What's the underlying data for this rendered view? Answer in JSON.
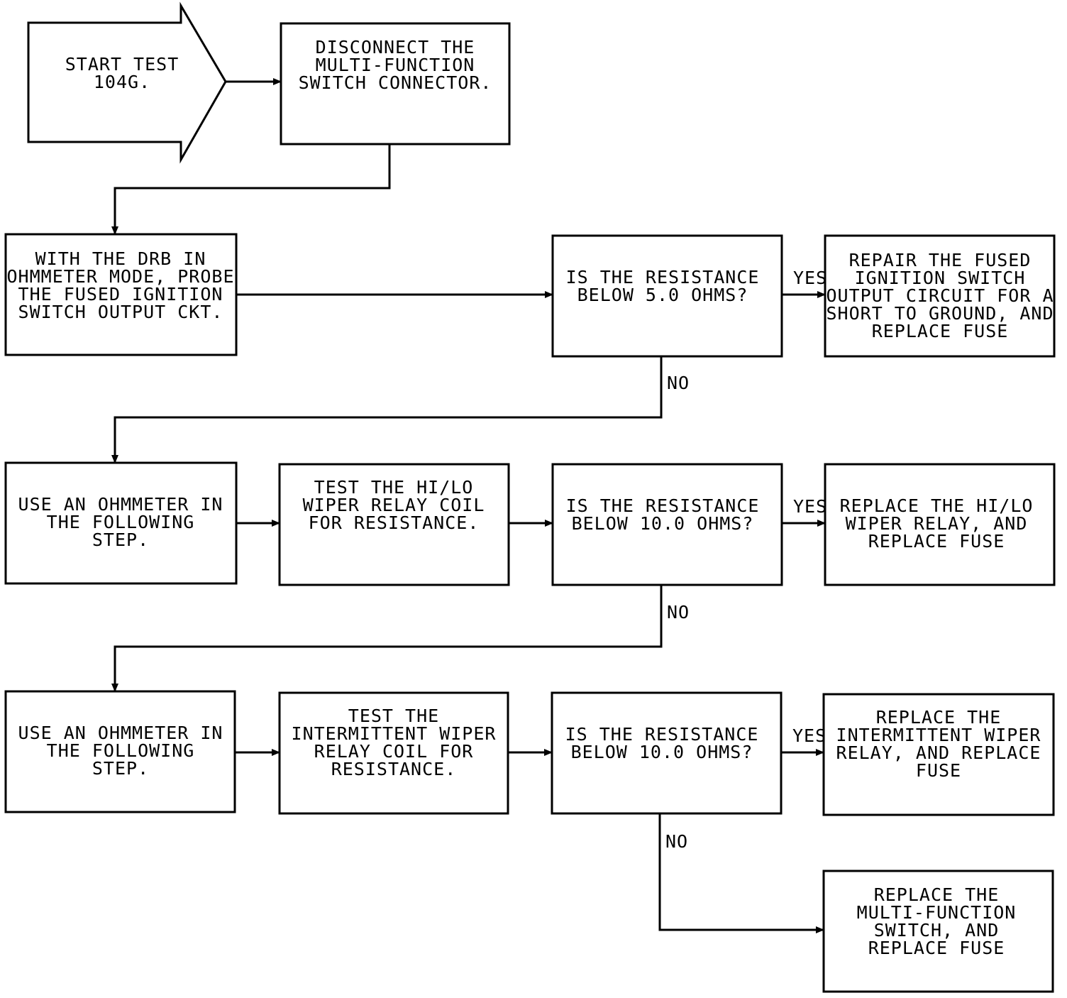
{
  "nodes": {
    "start": [
      "START TEST",
      "104G."
    ],
    "disconnect": [
      "DISCONNECT THE",
      "MULTI-FUNCTION",
      "SWITCH CONNECTOR."
    ],
    "probe": [
      "WITH THE DRB IN",
      "OHMMETER MODE, PROBE",
      "THE FUSED IGNITION",
      "SWITCH OUTPUT CKT."
    ],
    "q1": [
      "IS THE RESISTANCE",
      "BELOW 5.0 OHMS?"
    ],
    "repair": [
      "REPAIR THE FUSED",
      "IGNITION SWITCH",
      "OUTPUT CIRCUIT FOR A",
      "SHORT TO GROUND, AND",
      "REPLACE FUSE"
    ],
    "ohm2": [
      "USE AN OHMMETER IN",
      "THE FOLLOWING",
      "STEP."
    ],
    "test_hilo": [
      "TEST THE HI/LO",
      "WIPER RELAY COIL",
      "FOR RESISTANCE."
    ],
    "q2": [
      "IS THE RESISTANCE",
      "BELOW 10.0 OHMS?"
    ],
    "replace_hilo": [
      "REPLACE THE HI/LO",
      "WIPER RELAY, AND",
      "REPLACE FUSE"
    ],
    "ohm3": [
      "USE AN OHMMETER IN",
      "THE FOLLOWING",
      "STEP."
    ],
    "test_int": [
      "TEST THE",
      "INTERMITTENT WIPER",
      "RELAY COIL FOR",
      "RESISTANCE."
    ],
    "q3": [
      "IS THE RESISTANCE",
      "BELOW 10.0 OHMS?"
    ],
    "replace_int": [
      "REPLACE THE",
      "INTERMITTENT WIPER",
      "RELAY, AND REPLACE",
      "FUSE"
    ],
    "replace_mfs": [
      "REPLACE THE",
      "MULTI-FUNCTION",
      "SWITCH, AND",
      "REPLACE FUSE"
    ]
  },
  "labels": {
    "yes": "YES",
    "no": "NO"
  }
}
